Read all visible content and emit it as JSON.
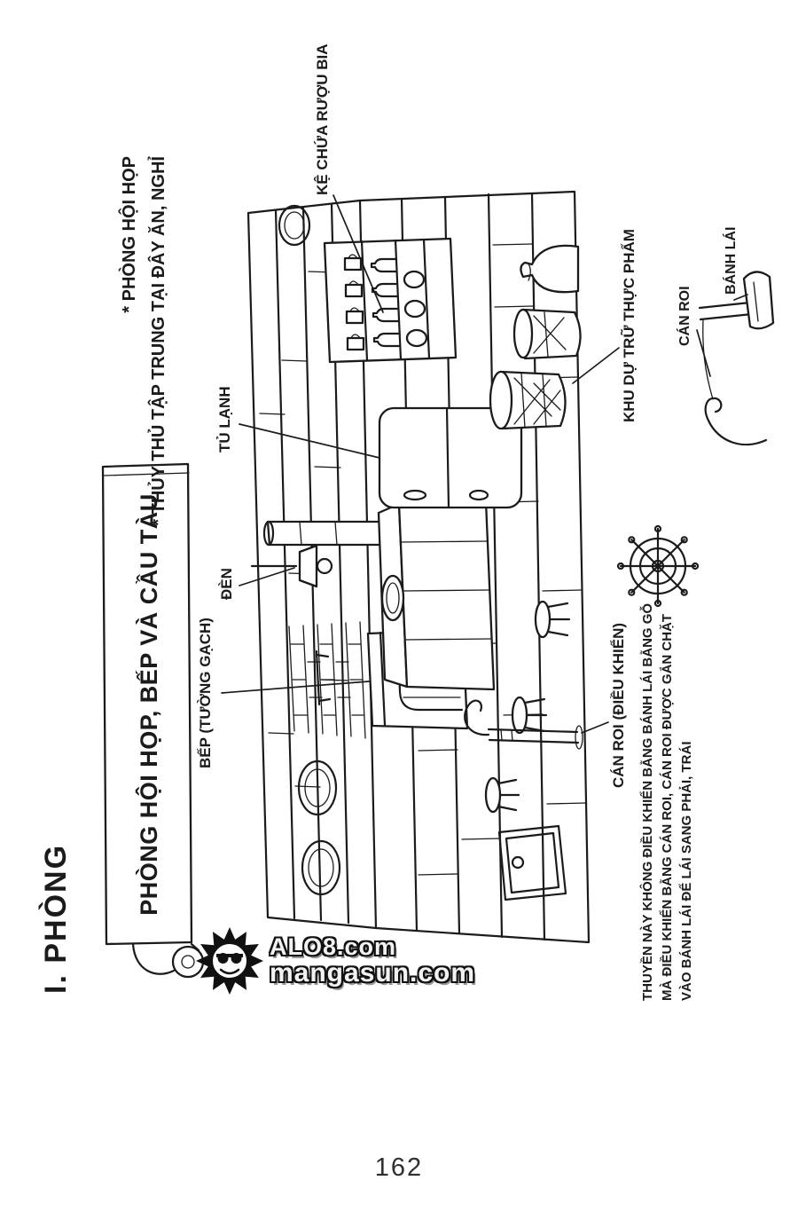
{
  "page": {
    "number": "162"
  },
  "heading": "I. PHÒNG",
  "banner": {
    "title": "PHÒNG HỘI HỌP, BẾP VÀ CẦU TÀU"
  },
  "notes": {
    "line1": "* PHÒNG HỘI HỌP",
    "line2": "* THỦY THỦ TẬP TRUNG TẠI ĐÂY ĂN, NGHỈ"
  },
  "labels": {
    "kitchen": "BẾP (TƯỜNG GẠCH)",
    "lamp": "ĐÈN",
    "fridge": "TỦ LẠNH",
    "booze_shelf": "KỆ CHỨA RƯỢU BIA",
    "food_storage": "KHU DỰ TRỮ THỰC PHẨM",
    "whip_control": "CÁN ROI (ĐIỀU KHIỂN)",
    "whip": "CÁN ROI",
    "rudder": "BÁNH LÁI"
  },
  "caption": {
    "lines": [
      "THUYỀN NÀY KHÔNG ĐIỀU KHIỂN BẰNG BÁNH LÁI BẰNG GỖ",
      "MÀ ĐIỀU KHIỂN BẰNG CÁN ROI, CÁN ROI ĐƯỢC GẮN CHẶT",
      "VÀO BÁNH LÁI ĐỂ LÁI SANG PHẢI, TRÁI"
    ]
  },
  "watermark": {
    "site1": "ALO8.com",
    "site2": "mangasun.com"
  },
  "icons": {
    "helm": "ship-wheel-icon",
    "watermark_logo": "sunburst-face-icon"
  },
  "colors": {
    "ink": "#1b1b1b",
    "paper": "#ffffff"
  }
}
